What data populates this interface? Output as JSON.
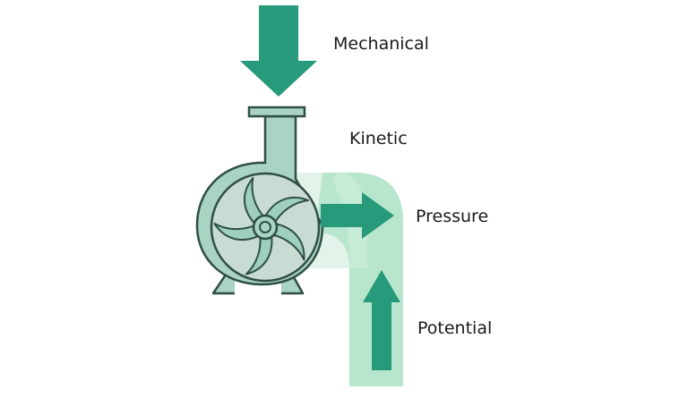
{
  "diagram": {
    "labels": {
      "mechanical": "Mechanical",
      "kinetic": "Kinetic",
      "pressure": "Pressure",
      "potential": "Potential"
    }
  },
  "colors": {
    "arrow": "#269a7a",
    "pump_body": "#a9d3c2",
    "pump_outline": "#2f4f45",
    "impeller": "#9fd0bf",
    "impeller_hub_bg": "#cfd9d5",
    "pipe_light": "#dff2e8",
    "pipe_fill": "#b6e4cc",
    "text": "#1a1a1a"
  },
  "icons": {
    "mechanical_arrow": "arrow-down-icon",
    "kinetic_arrow": "arrow-right-icon",
    "potential_arrow": "arrow-up-icon",
    "pump": "centrifugal-pump-icon",
    "impeller": "impeller-icon"
  }
}
